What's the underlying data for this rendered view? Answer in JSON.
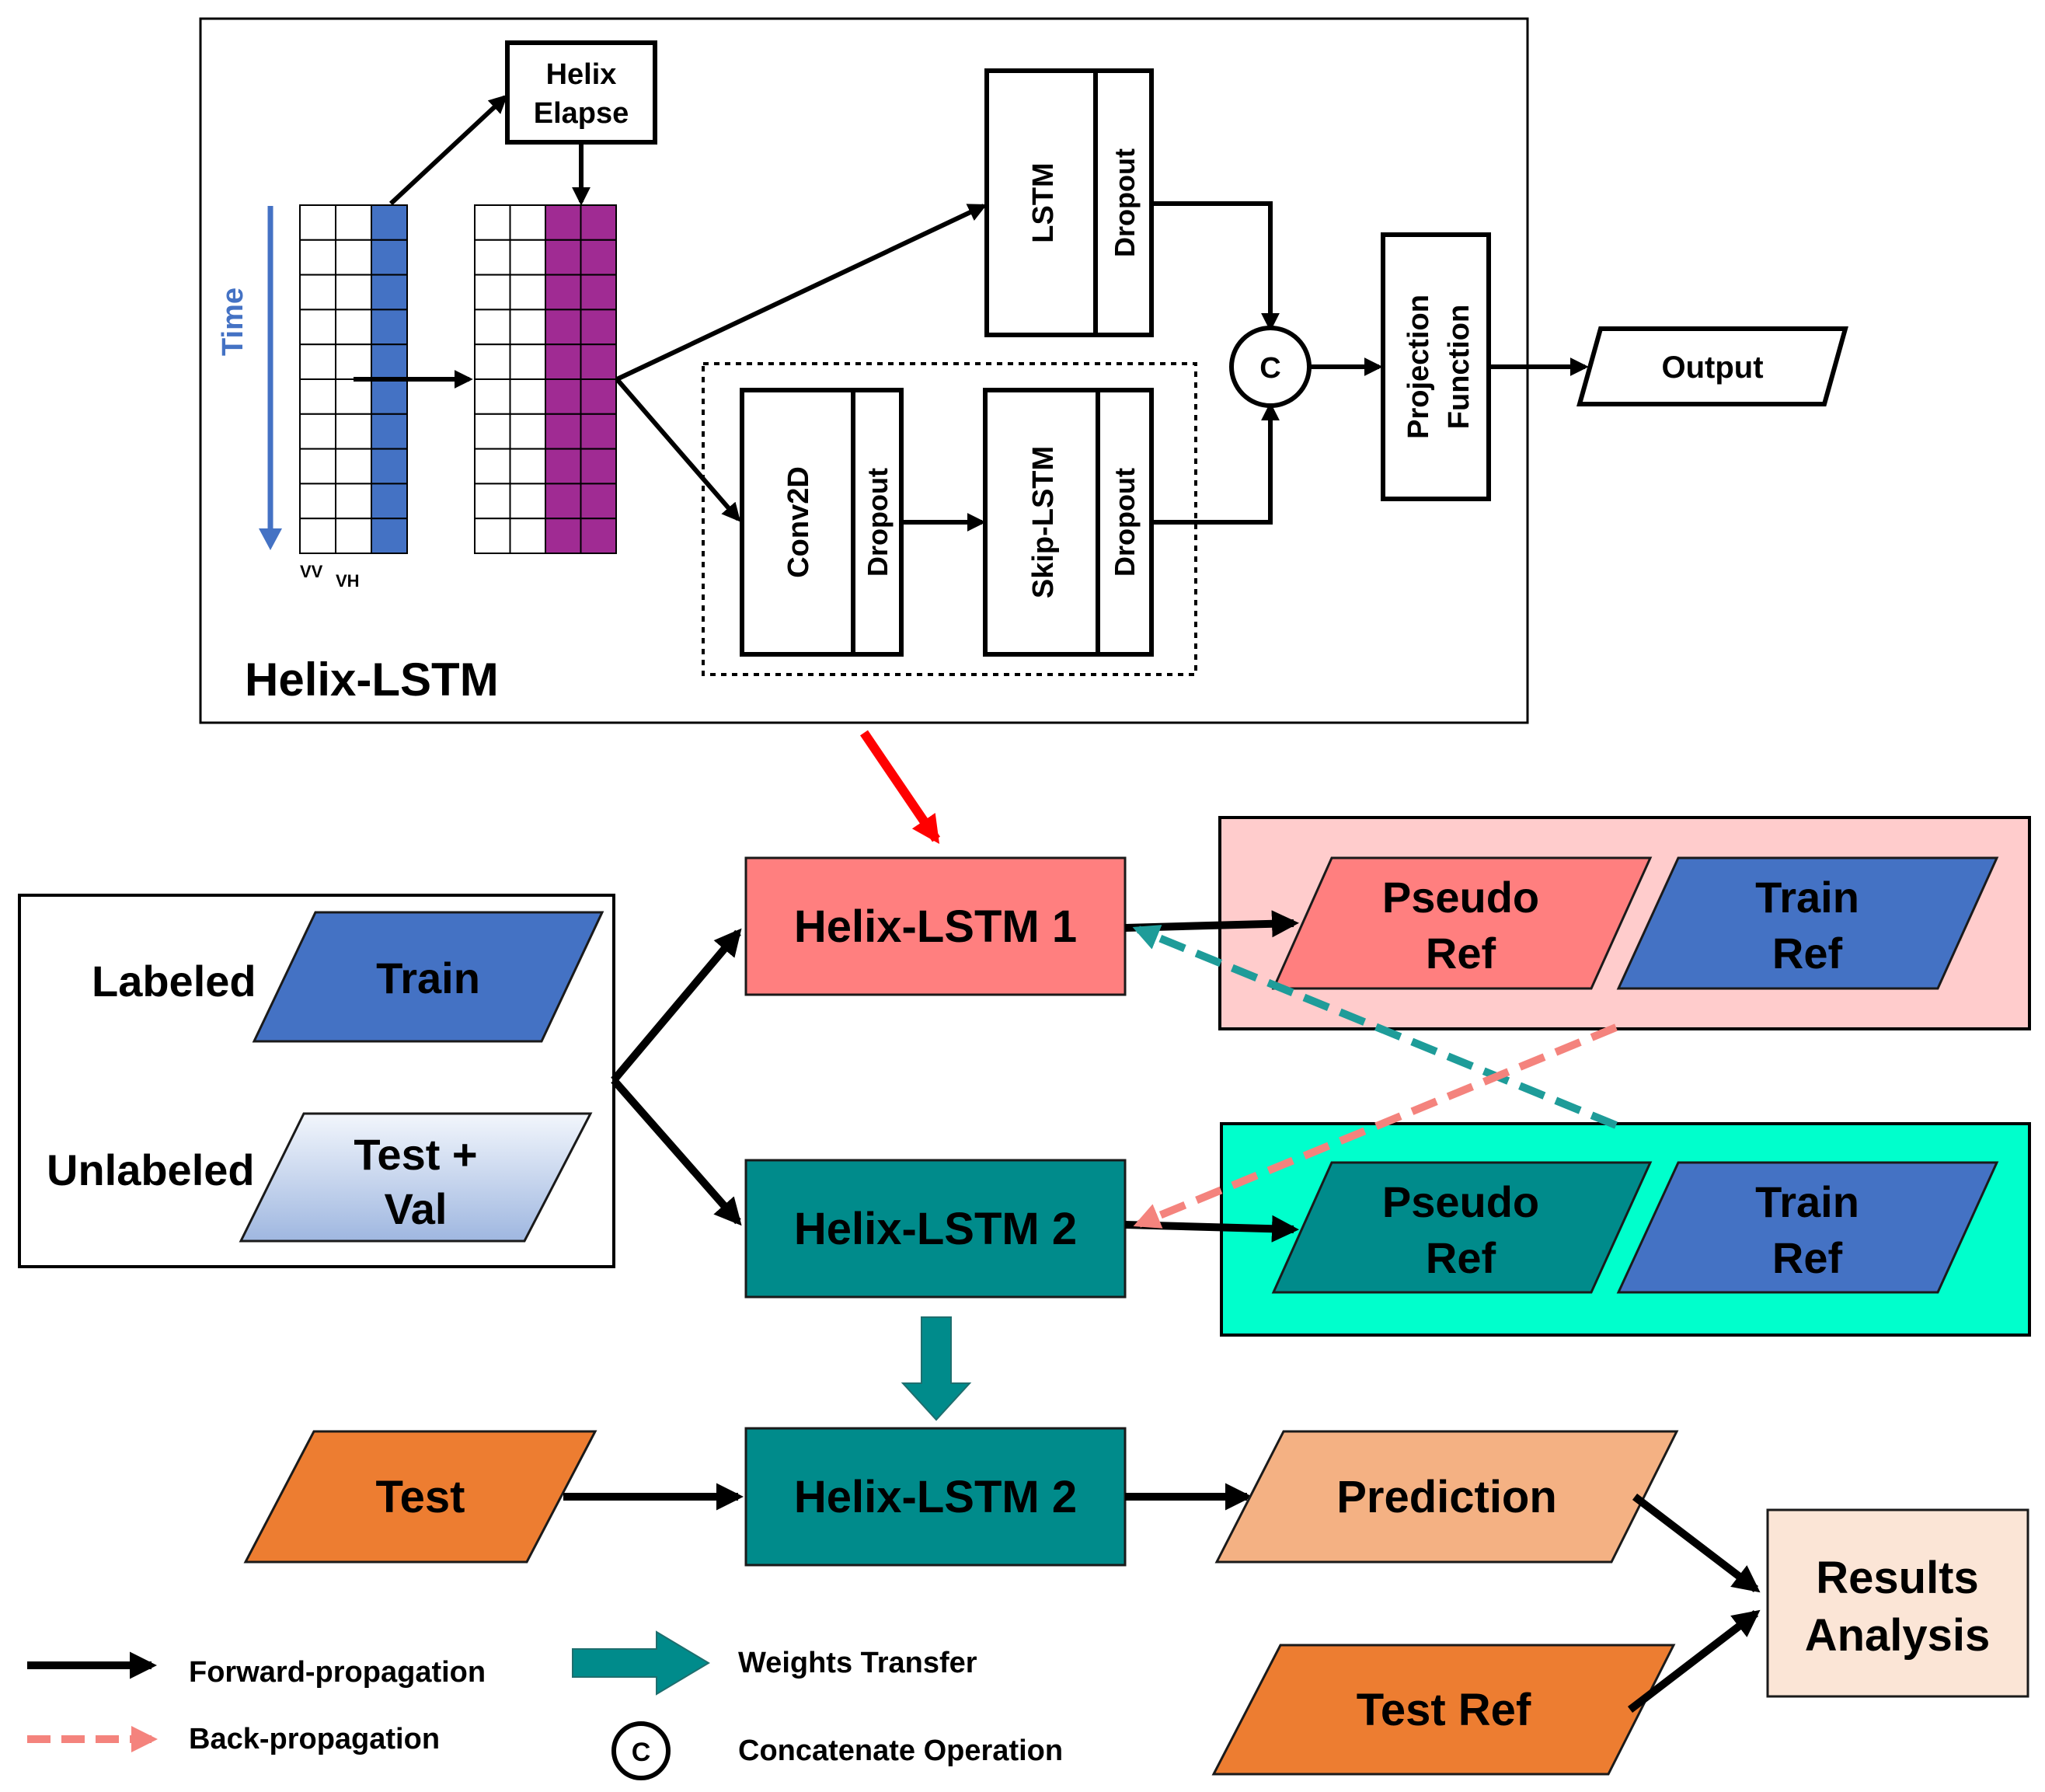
{
  "helix_lstm_block": {
    "title": "Helix-LSTM",
    "time_label": "Time",
    "vv_label": "VV",
    "vh_label": "VH",
    "helix_elapse_line1": "Helix",
    "helix_elapse_line2": "Elapse",
    "lstm_label": "LSTM",
    "dropout_label": "Dropout",
    "conv2d_label": "Conv2D",
    "skip_lstm_label": "Skip-LSTM",
    "concat_symbol": "C",
    "projection_line1": "Projection",
    "projection_line2": "Function",
    "output_label": "Output"
  },
  "data_block": {
    "labeled_label": "Labeled",
    "train_label": "Train",
    "unlabeled_label": "Unlabeled",
    "testval_line1": "Test +",
    "testval_line2": "Val"
  },
  "models": {
    "model1_label": "Helix-LSTM 1",
    "model2_label": "Helix-LSTM 2",
    "model2_test_label": "Helix-LSTM 2"
  },
  "refs": {
    "pseudo_line1": "Pseudo",
    "ref_word": "Ref",
    "train_line1": "Train"
  },
  "inference": {
    "test_label": "Test",
    "prediction_label": "Prediction",
    "test_ref_label": "Test Ref",
    "results_line1": "Results",
    "results_line2": "Analysis"
  },
  "legend": {
    "forward": "Forward-propagation",
    "back": "Back-propagation",
    "weights": "Weights Transfer",
    "concat_symbol": "C",
    "concat": "Concatenate Operation"
  },
  "colors": {
    "blue": "#4472C4",
    "purple": "#A02B93",
    "salmon": "#FF7F7F",
    "light_pink": "#FFCCCC",
    "teal": "#008B8B",
    "cyan": "#00FFCC",
    "orange": "#ED7D31",
    "light_orange": "#F4B183",
    "peach": "#FBE5D6",
    "red_arrow": "#FF0000",
    "back_arrow": "#F4837D",
    "dashed_teal": "#1E9C99"
  }
}
